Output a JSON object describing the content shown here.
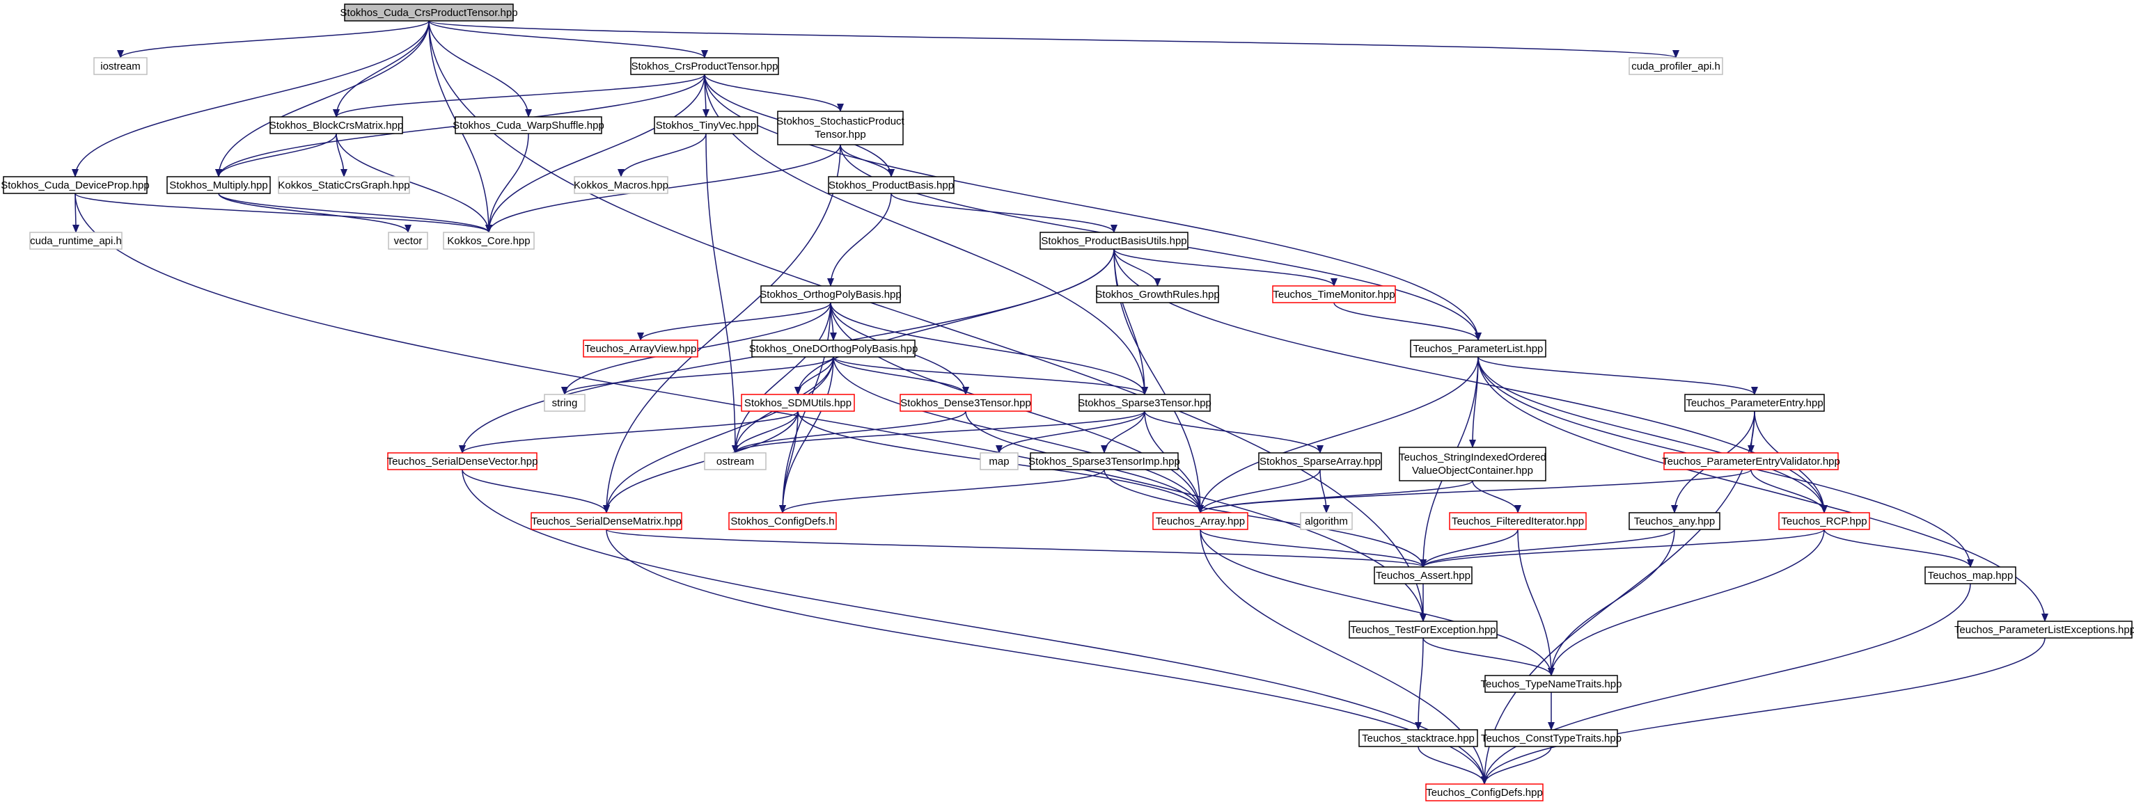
{
  "colors": {
    "edge": "#191970",
    "box_black": "#000000",
    "box_red": "#ff0000",
    "box_gray": "#bfbfbf",
    "root_fill": "#bfbfbf",
    "text": "#000000"
  },
  "graph": {
    "root": "Stokhos_Cuda_CrsProductTensor.hpp",
    "nodes": [
      {
        "id": "root",
        "label": "Stokhos_Cuda_CrsProductTensor.hpp",
        "style": "root"
      },
      {
        "id": "iostream",
        "label": "iostream",
        "style": "gray"
      },
      {
        "id": "cuda_profiler",
        "label": "cuda_profiler_api.h",
        "style": "gray"
      },
      {
        "id": "crsproduct",
        "label": "Stokhos_CrsProductTensor.hpp",
        "style": "black"
      },
      {
        "id": "blockcrs",
        "label": "Stokhos_BlockCrsMatrix.hpp",
        "style": "black"
      },
      {
        "id": "warpshuffle",
        "label": "Stokhos_Cuda_WarpShuffle.hpp",
        "style": "black"
      },
      {
        "id": "tinyvec",
        "label": "Stokhos_TinyVec.hpp",
        "style": "black"
      },
      {
        "id": "stochastic",
        "label": "Stokhos_StochasticProduct Tensor.hpp",
        "style": "black"
      },
      {
        "id": "deviceprop",
        "label": "Stokhos_Cuda_DeviceProp.hpp",
        "style": "black"
      },
      {
        "id": "multiply",
        "label": "Stokhos_Multiply.hpp",
        "style": "black"
      },
      {
        "id": "kokkos_staticcrs",
        "label": "Kokkos_StaticCrsGraph.hpp",
        "style": "gray"
      },
      {
        "id": "kokkos_macros",
        "label": "Kokkos_Macros.hpp",
        "style": "gray"
      },
      {
        "id": "productbasis",
        "label": "Stokhos_ProductBasis.hpp",
        "style": "black"
      },
      {
        "id": "cuda_runtime",
        "label": "cuda_runtime_api.h",
        "style": "gray"
      },
      {
        "id": "vector",
        "label": "vector",
        "style": "gray"
      },
      {
        "id": "kokkos_core",
        "label": "Kokkos_Core.hpp",
        "style": "gray"
      },
      {
        "id": "productbasisutils",
        "label": "Stokhos_ProductBasisUtils.hpp",
        "style": "black"
      },
      {
        "id": "growthrules",
        "label": "Stokhos_GrowthRules.hpp",
        "style": "black"
      },
      {
        "id": "timemonitor",
        "label": "Teuchos_TimeMonitor.hpp",
        "style": "red"
      },
      {
        "id": "orthogpoly",
        "label": "Stokhos_OrthogPolyBasis.hpp",
        "style": "black"
      },
      {
        "id": "arrayview",
        "label": "Teuchos_ArrayView.hpp",
        "style": "red"
      },
      {
        "id": "oned",
        "label": "Stokhos_OneDOrthogPolyBasis.hpp",
        "style": "black"
      },
      {
        "id": "parameterlist",
        "label": "Teuchos_ParameterList.hpp",
        "style": "black"
      },
      {
        "id": "string",
        "label": "string",
        "style": "gray"
      },
      {
        "id": "sdmutils",
        "label": "Stokhos_SDMUtils.hpp",
        "style": "red"
      },
      {
        "id": "dense3",
        "label": "Stokhos_Dense3Tensor.hpp",
        "style": "red"
      },
      {
        "id": "sparse3",
        "label": "Stokhos_Sparse3Tensor.hpp",
        "style": "black"
      },
      {
        "id": "parameterentry",
        "label": "Teuchos_ParameterEntry.hpp",
        "style": "black"
      },
      {
        "id": "serialvec",
        "label": "Teuchos_SerialDenseVector.hpp",
        "style": "red"
      },
      {
        "id": "ostream",
        "label": "ostream",
        "style": "gray"
      },
      {
        "id": "map",
        "label": "map",
        "style": "gray"
      },
      {
        "id": "sparse3imp",
        "label": "Stokhos_Sparse3TensorImp.hpp",
        "style": "black"
      },
      {
        "id": "sparsearray",
        "label": "Stokhos_SparseArray.hpp",
        "style": "black"
      },
      {
        "id": "stringindexed",
        "label": "Teuchos_StringIndexedOrdered ValueObjectContainer.hpp",
        "style": "black"
      },
      {
        "id": "pevalidator",
        "label": "Teuchos_ParameterEntryValidator.hpp",
        "style": "red"
      },
      {
        "id": "serialmat",
        "label": "Teuchos_SerialDenseMatrix.hpp",
        "style": "red"
      },
      {
        "id": "configdefs_h",
        "label": "Stokhos_ConfigDefs.h",
        "style": "red"
      },
      {
        "id": "tarray",
        "label": "Teuchos_Array.hpp",
        "style": "red"
      },
      {
        "id": "algorithm",
        "label": "algorithm",
        "style": "gray"
      },
      {
        "id": "filtered",
        "label": "Teuchos_FilteredIterator.hpp",
        "style": "red"
      },
      {
        "id": "tany",
        "label": "Teuchos_any.hpp",
        "style": "black"
      },
      {
        "id": "rcp",
        "label": "Teuchos_RCP.hpp",
        "style": "red"
      },
      {
        "id": "tassert",
        "label": "Teuchos_Assert.hpp",
        "style": "black"
      },
      {
        "id": "tmap",
        "label": "Teuchos_map.hpp",
        "style": "black"
      },
      {
        "id": "testforexc",
        "label": "Teuchos_TestForException.hpp",
        "style": "black"
      },
      {
        "id": "plexceptions",
        "label": "Teuchos_ParameterListExceptions.hpp",
        "style": "black"
      },
      {
        "id": "typenametraits",
        "label": "Teuchos_TypeNameTraits.hpp",
        "style": "black"
      },
      {
        "id": "stacktrace",
        "label": "Teuchos_stacktrace.hpp",
        "style": "black"
      },
      {
        "id": "consttypetraits",
        "label": "Teuchos_ConstTypeTraits.hpp",
        "style": "black"
      },
      {
        "id": "tconfigdefs",
        "label": "Teuchos_ConfigDefs.hpp",
        "style": "red"
      }
    ],
    "edges": [
      [
        "root",
        "iostream"
      ],
      [
        "root",
        "crsproduct"
      ],
      [
        "root",
        "blockcrs"
      ],
      [
        "root",
        "warpshuffle"
      ],
      [
        "root",
        "deviceprop"
      ],
      [
        "root",
        "multiply"
      ],
      [
        "root",
        "kokkos_core"
      ],
      [
        "root",
        "cuda_profiler"
      ],
      [
        "root",
        "testforexc"
      ],
      [
        "crsproduct",
        "blockcrs"
      ],
      [
        "crsproduct",
        "tinyvec"
      ],
      [
        "crsproduct",
        "stochastic"
      ],
      [
        "crsproduct",
        "productbasis"
      ],
      [
        "crsproduct",
        "multiply"
      ],
      [
        "crsproduct",
        "kokkos_core"
      ],
      [
        "crsproduct",
        "parameterlist"
      ],
      [
        "crsproduct",
        "sparse3"
      ],
      [
        "blockcrs",
        "multiply"
      ],
      [
        "blockcrs",
        "kokkos_staticcrs"
      ],
      [
        "blockcrs",
        "kokkos_core"
      ],
      [
        "warpshuffle",
        "kokkos_core"
      ],
      [
        "tinyvec",
        "kokkos_macros"
      ],
      [
        "tinyvec",
        "ostream"
      ],
      [
        "stochastic",
        "productbasis"
      ],
      [
        "stochastic",
        "kokkos_core"
      ],
      [
        "stochastic",
        "parameterlist"
      ],
      [
        "stochastic",
        "serialmat"
      ],
      [
        "deviceprop",
        "cuda_runtime"
      ],
      [
        "deviceprop",
        "kokkos_core"
      ],
      [
        "deviceprop",
        "testforexc"
      ],
      [
        "multiply",
        "vector"
      ],
      [
        "multiply",
        "kokkos_core"
      ],
      [
        "productbasis",
        "productbasisutils"
      ],
      [
        "productbasis",
        "orthogpoly"
      ],
      [
        "productbasisutils",
        "growthrules"
      ],
      [
        "productbasisutils",
        "timemonitor"
      ],
      [
        "productbasisutils",
        "sparse3"
      ],
      [
        "productbasisutils",
        "sdmutils"
      ],
      [
        "productbasisutils",
        "tarray"
      ],
      [
        "productbasisutils",
        "rcp"
      ],
      [
        "productbasisutils",
        "serialvec"
      ],
      [
        "timemonitor",
        "parameterlist"
      ],
      [
        "orthogpoly",
        "arrayview"
      ],
      [
        "orthogpoly",
        "oned"
      ],
      [
        "orthogpoly",
        "string"
      ],
      [
        "orthogpoly",
        "dense3"
      ],
      [
        "orthogpoly",
        "sparse3"
      ],
      [
        "orthogpoly",
        "ostream"
      ],
      [
        "orthogpoly",
        "configdefs_h"
      ],
      [
        "orthogpoly",
        "tarray"
      ],
      [
        "oned",
        "string"
      ],
      [
        "oned",
        "sdmutils"
      ],
      [
        "oned",
        "dense3"
      ],
      [
        "oned",
        "sparse3"
      ],
      [
        "oned",
        "ostream"
      ],
      [
        "oned",
        "serialmat"
      ],
      [
        "oned",
        "configdefs_h"
      ],
      [
        "oned",
        "tarray"
      ],
      [
        "parameterlist",
        "parameterentry"
      ],
      [
        "parameterlist",
        "stringindexed"
      ],
      [
        "parameterlist",
        "rcp"
      ],
      [
        "parameterlist",
        "tarray"
      ],
      [
        "parameterlist",
        "tassert"
      ],
      [
        "parameterlist",
        "tmap"
      ],
      [
        "parameterlist",
        "plexceptions"
      ],
      [
        "sdmutils",
        "serialvec"
      ],
      [
        "sdmutils",
        "serialmat"
      ],
      [
        "sdmutils",
        "ostream"
      ],
      [
        "sdmutils",
        "configdefs_h"
      ],
      [
        "sdmutils",
        "tarray"
      ],
      [
        "dense3",
        "ostream"
      ],
      [
        "dense3",
        "tarray"
      ],
      [
        "sparse3",
        "ostream"
      ],
      [
        "sparse3",
        "map"
      ],
      [
        "sparse3",
        "sparse3imp"
      ],
      [
        "sparse3",
        "sparsearray"
      ],
      [
        "sparse3",
        "tarray"
      ],
      [
        "parameterentry",
        "pevalidator"
      ],
      [
        "parameterentry",
        "rcp"
      ],
      [
        "parameterentry",
        "tany"
      ],
      [
        "parameterentry",
        "tconfigdefs"
      ],
      [
        "serialvec",
        "serialmat"
      ],
      [
        "serialvec",
        "tconfigdefs"
      ],
      [
        "sparse3imp",
        "configdefs_h"
      ],
      [
        "sparse3imp",
        "tassert"
      ],
      [
        "sparsearray",
        "tarray"
      ],
      [
        "sparsearray",
        "algorithm"
      ],
      [
        "stringindexed",
        "filtered"
      ],
      [
        "stringindexed",
        "tarray"
      ],
      [
        "pevalidator",
        "tarray"
      ],
      [
        "pevalidator",
        "rcp"
      ],
      [
        "serialmat",
        "tassert"
      ],
      [
        "serialmat",
        "tconfigdefs"
      ],
      [
        "tarray",
        "tassert"
      ],
      [
        "tarray",
        "typenametraits"
      ],
      [
        "tarray",
        "tconfigdefs"
      ],
      [
        "filtered",
        "tassert"
      ],
      [
        "filtered",
        "typenametraits"
      ],
      [
        "tany",
        "tassert"
      ],
      [
        "tany",
        "typenametraits"
      ],
      [
        "rcp",
        "tassert"
      ],
      [
        "rcp",
        "tmap"
      ],
      [
        "rcp",
        "typenametraits"
      ],
      [
        "tassert",
        "testforexc"
      ],
      [
        "tmap",
        "tconfigdefs"
      ],
      [
        "testforexc",
        "typenametraits"
      ],
      [
        "testforexc",
        "stacktrace"
      ],
      [
        "plexceptions",
        "tconfigdefs"
      ],
      [
        "typenametraits",
        "consttypetraits"
      ],
      [
        "stacktrace",
        "tconfigdefs"
      ],
      [
        "consttypetraits",
        "tconfigdefs"
      ]
    ]
  }
}
